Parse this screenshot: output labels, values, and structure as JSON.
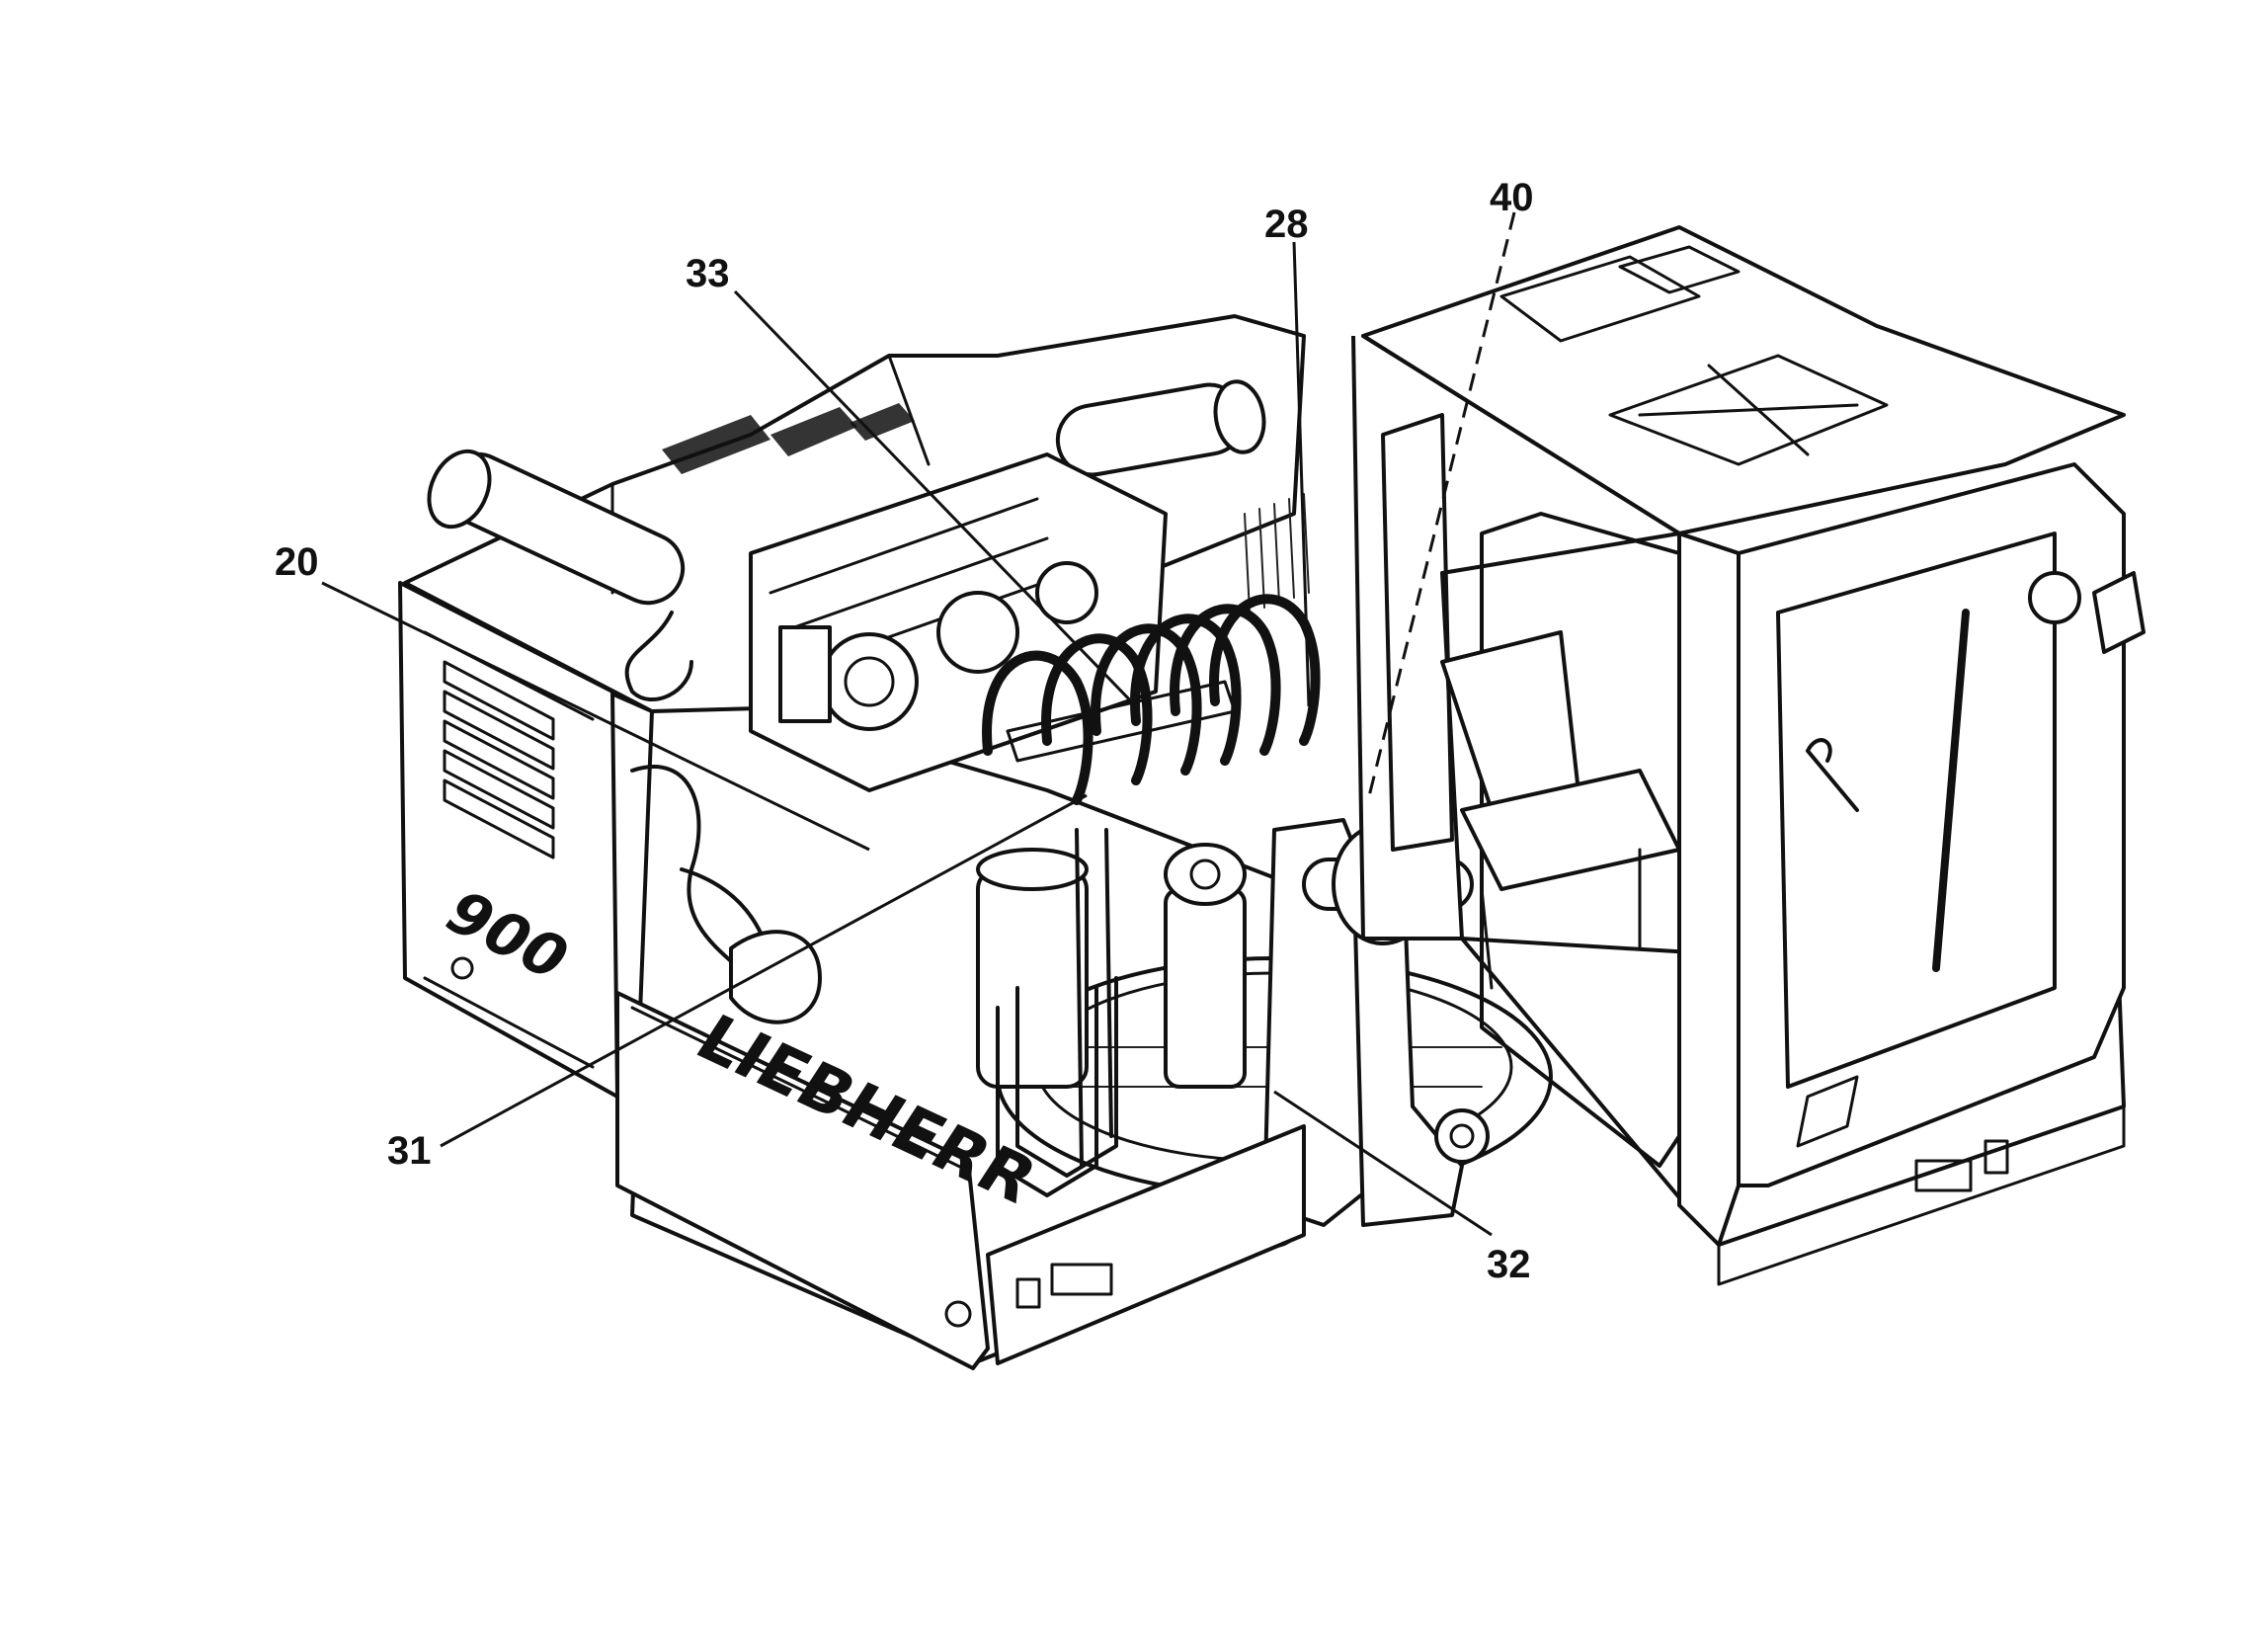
{
  "callouts": [
    {
      "id": "20",
      "label": "20"
    },
    {
      "id": "28",
      "label": "28"
    },
    {
      "id": "31",
      "label": "31"
    },
    {
      "id": "32",
      "label": "32"
    },
    {
      "id": "33",
      "label": "33"
    },
    {
      "id": "40",
      "label": "40"
    }
  ],
  "markings": {
    "brand": "LIEBHERR",
    "model": "900"
  },
  "colors": {
    "ink": "#111111",
    "paper": "#ffffff"
  }
}
